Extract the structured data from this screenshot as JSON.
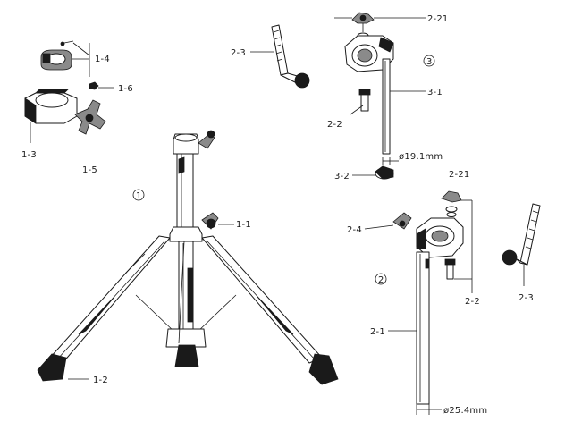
{
  "labels": {
    "p1_4": "1-4",
    "p1_6": "1-6",
    "p1_3": "1-3",
    "p1_5": "1-5",
    "p1_1": "1-1",
    "p1_2": "1-2",
    "p2_3_top": "2-3",
    "p2_2_top": "2-2",
    "p2_21_top": "2-21",
    "p3_1": "3-1",
    "p3_2": "3-2",
    "dia_19": "ø19.1mm",
    "p2_21_mid": "2-21",
    "p2_4": "2-4",
    "p2_1": "2-1",
    "p2_2_mid": "2-2",
    "p2_3_right": "2-3",
    "dia_25": "ø25.4mm"
  },
  "circled": {
    "one": "1",
    "two": "2",
    "three": "3"
  }
}
